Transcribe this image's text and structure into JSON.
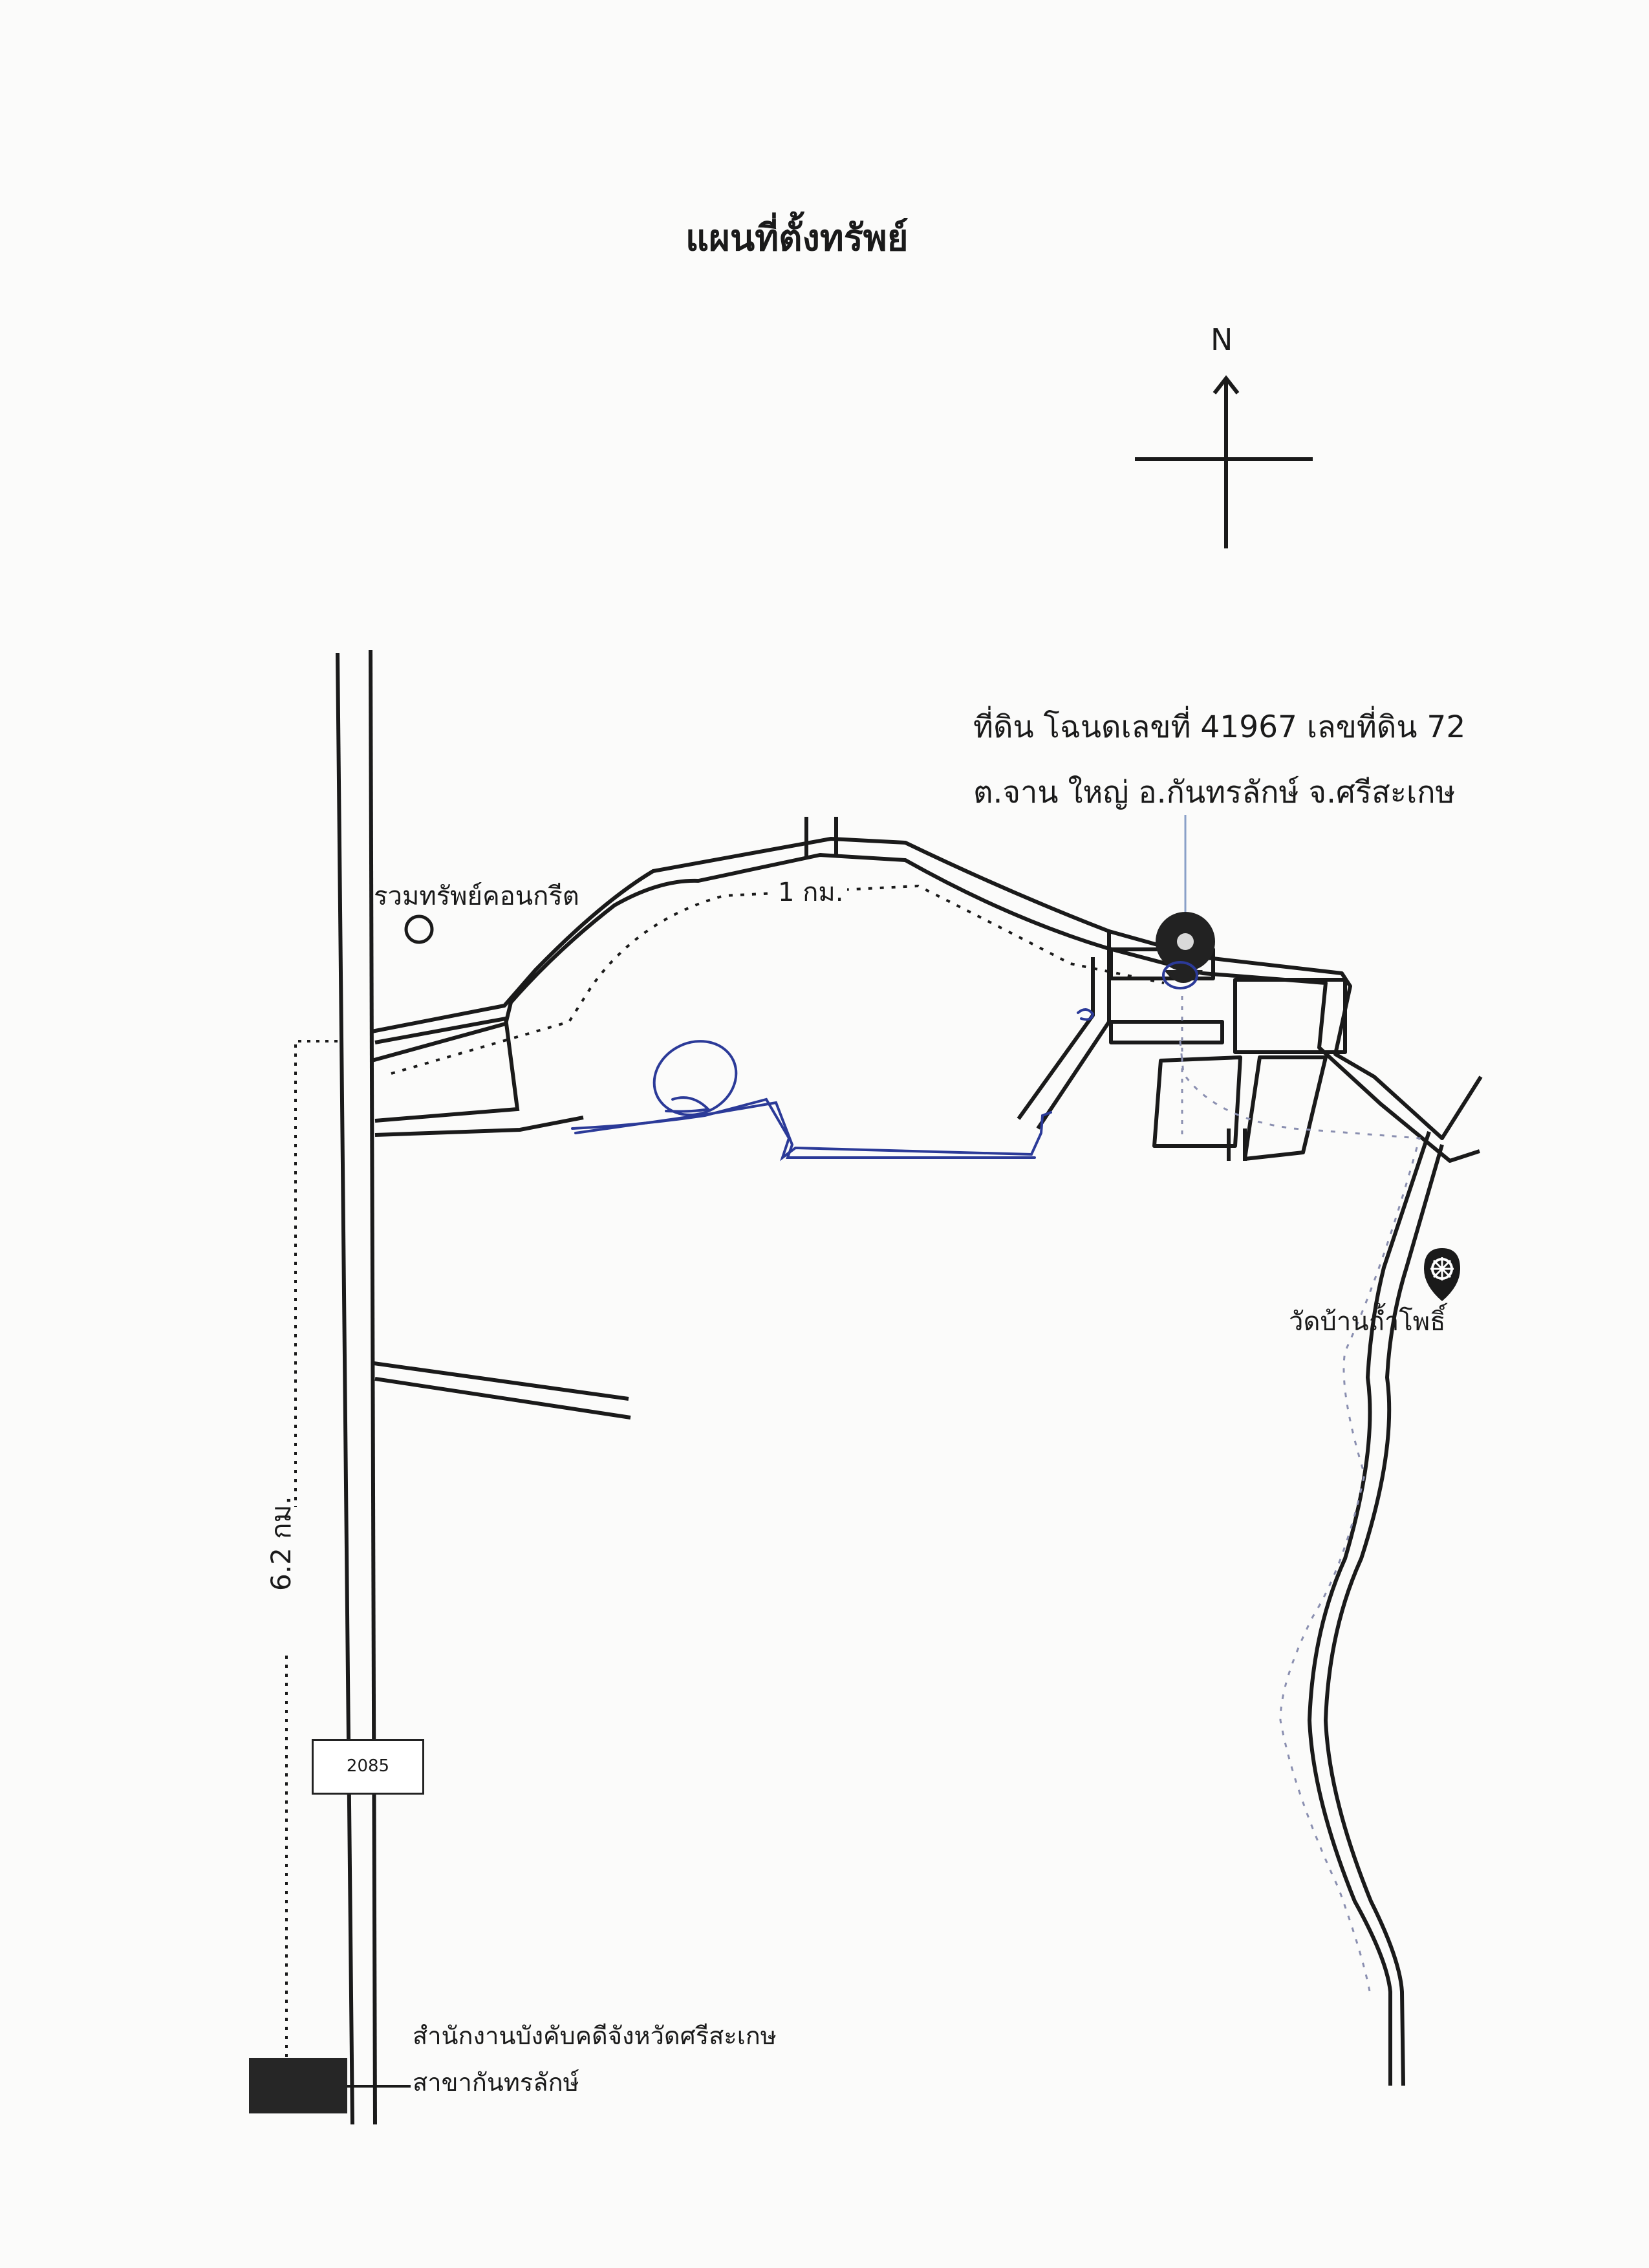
{
  "title": "แผนที่ตั้งทรัพย์",
  "compass": {
    "north_label": "N"
  },
  "parcel": {
    "line1": "ที่ดิน โฉนดเลขที่ 41967 เลขที่ดิน 72",
    "line2": "ต.จาน ใหญ่ อ.กันทรลักษ์ จ.ศรีสะเกษ"
  },
  "landmarks": {
    "concrete": "รวมทรัพย์คอนกรีต",
    "temple": "วัดบ้านถ้ำโพธิ์"
  },
  "distances": {
    "upper": "1 กม.",
    "left": "6.2 กม."
  },
  "highway_marker": "2085",
  "office": {
    "line1": "สำนักงานบังคับคดีจังหวัดศรีสะเกษ",
    "line2": "สาขากันทรลักษ์"
  },
  "colors": {
    "ink": "#1a1a1a",
    "handwriting": "#2b3a98",
    "paper": "#fbfbfa",
    "dotted_route": "#8a8fb0"
  },
  "icons": {
    "compass": "compass-cross-icon",
    "location_pin": "map-pin-icon",
    "temple": "dharma-wheel-pin-icon",
    "office": "office-block-icon",
    "concrete_plant": "circle-marker-icon"
  }
}
